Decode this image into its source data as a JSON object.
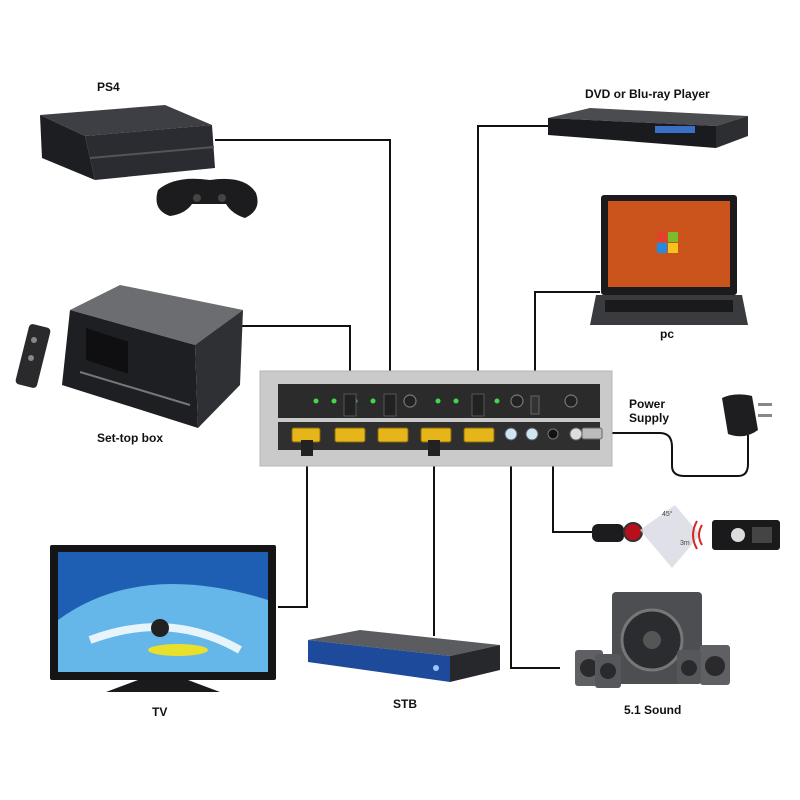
{
  "labels": {
    "ps4": "PS4",
    "settop": "Set-top box",
    "tv": "TV",
    "stb": "STB",
    "dvd": "DVD or Blu-ray Player",
    "pc": "pc",
    "power": "Power\nSupply",
    "sound": "5.1 Sound"
  },
  "colors": {
    "hdmi_gold": "#e5b51a",
    "led_green": "#3fd94f",
    "switch_body": "#2a2a2a",
    "switch_plate": "#c9c9c9",
    "wire": "#111111"
  }
}
